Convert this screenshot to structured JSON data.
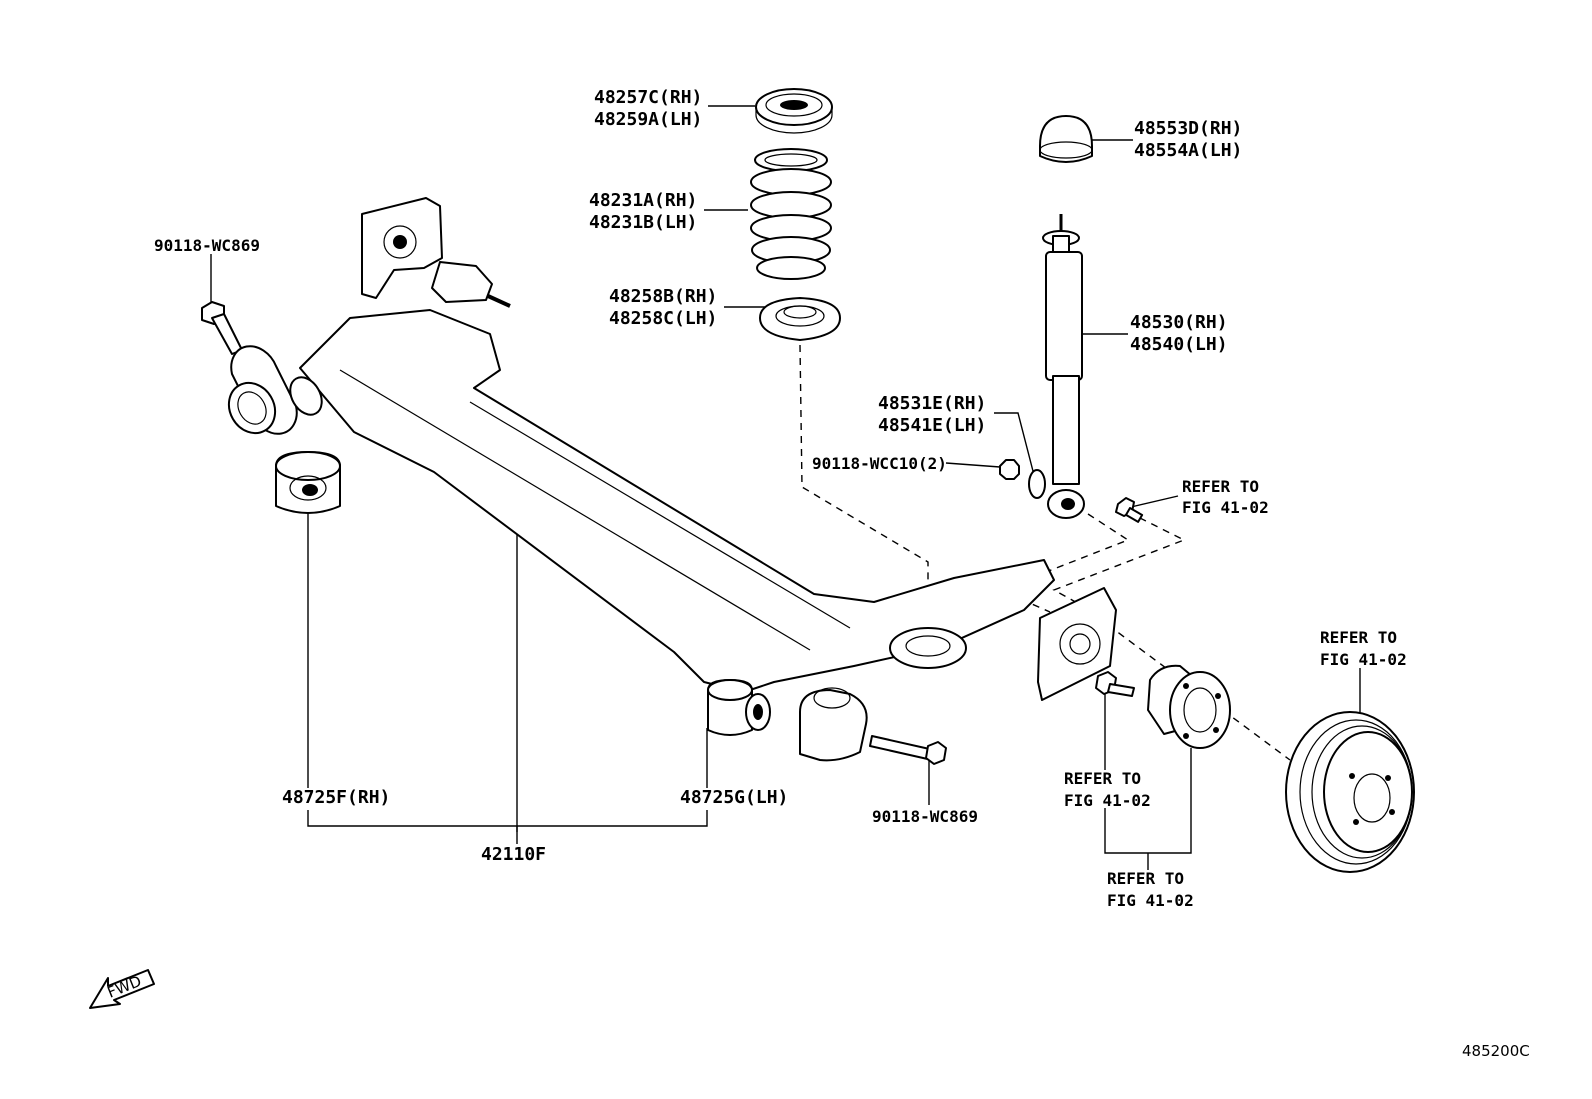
{
  "figure_code": "485200C",
  "fwd_label": "FWD",
  "labels": {
    "top_mount_1": "48257C(RH)",
    "top_mount_2": "48259A(LH)",
    "coil_spring_1": "48231A(RH)",
    "coil_spring_2": "48231B(LH)",
    "spring_seat_1": "48258B(RH)",
    "spring_seat_2": "48258C(LH)",
    "bump_stopper_1": "48553D(RH)",
    "bump_stopper_2": "48554A(LH)",
    "shock_absorber_1": "48530(RH)",
    "shock_absorber_2": "48540(LH)",
    "cushion_1": "48531E(RH)",
    "cushion_2": "48541E(LH)",
    "nut": "90118-WCC10(2)",
    "bolt_left": "90118-WC869",
    "bolt_right": "90118-WC869",
    "bushing_rh": "48725F(RH)",
    "bushing_lh": "48725G(LH)",
    "axle_beam": "42110F",
    "refer_shock_1": "REFER TO",
    "refer_shock_2": "FIG 41-02",
    "refer_drum_1": "REFER TO",
    "refer_drum_2": "FIG 41-02",
    "refer_bolt_1": "REFER TO",
    "refer_bolt_2": "FIG 41-02",
    "refer_hub_1": "REFER TO",
    "refer_hub_2": "FIG 41-02"
  }
}
